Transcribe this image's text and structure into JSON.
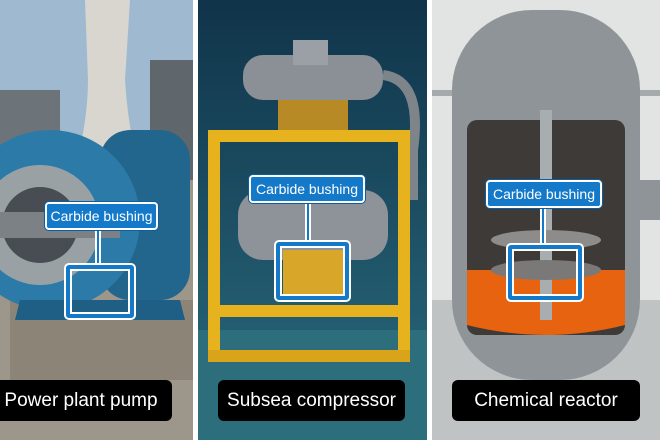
{
  "panels": [
    {
      "callout": "Carbide bushing",
      "caption": "Power plant pump"
    },
    {
      "callout": "Carbide bushing",
      "caption": "Subsea compressor"
    },
    {
      "callout": "Carbide bushing",
      "caption": "Chemical reactor"
    }
  ],
  "colors": {
    "callout": "#1479c9",
    "caption_bg": "#000000"
  }
}
